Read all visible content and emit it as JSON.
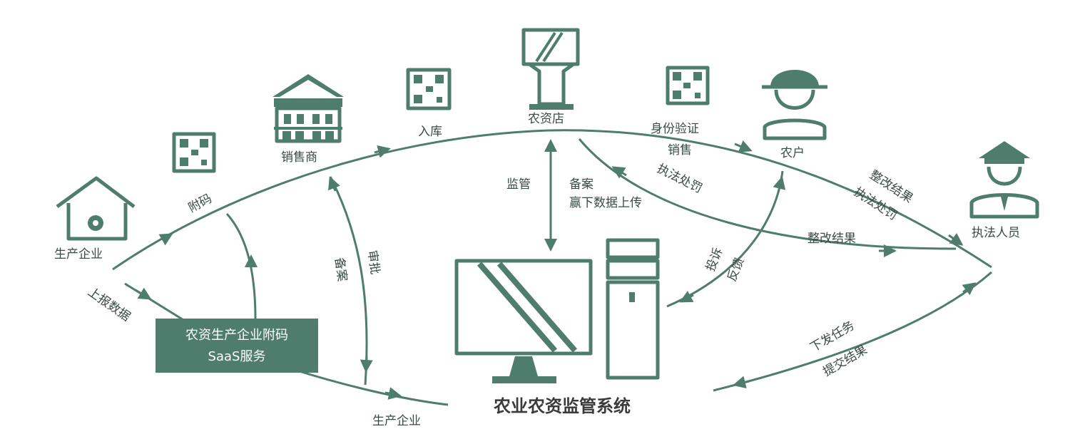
{
  "nodes": {
    "producer_top": "生产企业",
    "distributor": "销售商",
    "agri_store": "农资店",
    "farmer": "农户",
    "law_officer": "执法人员",
    "producer_bottom": "生产企业",
    "system_title": "农业农资监管系统",
    "saas_line1": "农资生产企业附码",
    "saas_line2": "SaaS服务"
  },
  "edges": {
    "attach_code": "附码",
    "report_data": "上报数据",
    "warehousing": "入库",
    "id_verify": "身份验证",
    "sales": "销售",
    "supervise": "监管",
    "filing_upload_1": "备案",
    "filing_upload_2": "赢下数据上传",
    "enforcement_penalty_mid": "执法处罚",
    "rectify_result_mid": "整改结果",
    "rectify_result_right": "整改结果",
    "enforcement_penalty_right": "执法处罚",
    "filing": "备案",
    "approval": "审批",
    "complaint": "投诉",
    "feedback": "反馈",
    "issue_task": "下发任务",
    "submit_result": "提交结果"
  },
  "colors": {
    "line": "#4f7d6d",
    "box": "#4f7d6d",
    "text": "#3b4a44"
  },
  "icons": [
    "factory-icon",
    "qr-code-icon",
    "store-building-icon",
    "kiosk-icon",
    "farmer-icon",
    "police-officer-icon",
    "monitor-icon",
    "server-tower-icon"
  ]
}
